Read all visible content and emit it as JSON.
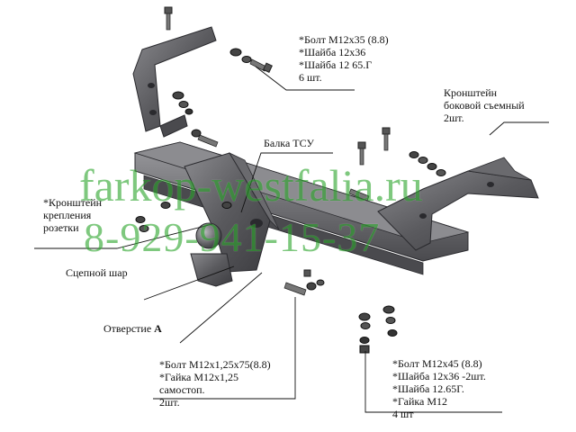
{
  "watermark": {
    "site": "farkop-westfalia.ru",
    "phone": "8-929-941-15-37",
    "color": "#2aa52a"
  },
  "labels": {
    "bolts_top": [
      "*Болт М12х35 (8.8)",
      "*Шайба 12х36",
      "*Шайба 12 65.Г",
      "6 шт."
    ],
    "side_bracket": [
      "Кронштейн",
      "боковой съемный",
      "2шт."
    ],
    "beam": "Балка ТСУ",
    "socket_bracket": [
      "*Кронштейн",
      "крепления",
      "розетки"
    ],
    "tow_ball": "Сцепной шар",
    "hole_prefix": "Отверстие",
    "hole_letter": "А",
    "bolt_ball": [
      "*Болт М12х1,25х75(8.8)",
      "*Гайка М12х1,25",
      "самостоп.",
      "2шт."
    ],
    "bolts_bottom": [
      "*Болт М12х45 (8.8)",
      "*Шайба 12х36 -2шт.",
      "*Шайба 12.65Г.",
      "*Гайка М12",
      "4 шт"
    ]
  }
}
